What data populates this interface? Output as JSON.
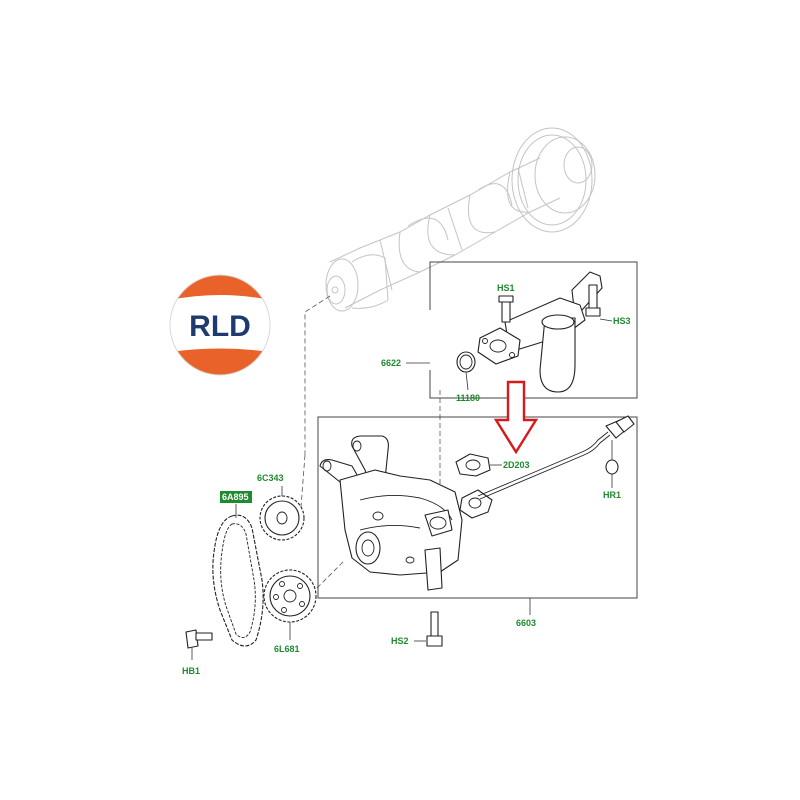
{
  "logo": {
    "text": "RLD",
    "top_color": "#e8622a",
    "band_color": "#ffffff",
    "text_color": "#1e3a6e"
  },
  "callouts": {
    "hs1": "HS1",
    "hs3": "HS3",
    "p6622": "6622",
    "p11180": "11180",
    "p2d203": "2D203",
    "hr1": "HR1",
    "p6c343": "6C343",
    "p6a895": "6A895",
    "p6603": "6603",
    "hs2": "HS2",
    "p6l681": "6L681",
    "hb1": "HB1"
  },
  "colors": {
    "label_green": "#1f8a2e",
    "highlight_green": "#1f8a2e",
    "arrow_red": "#d6191c",
    "ghost_grey": "#c4c4c4"
  }
}
